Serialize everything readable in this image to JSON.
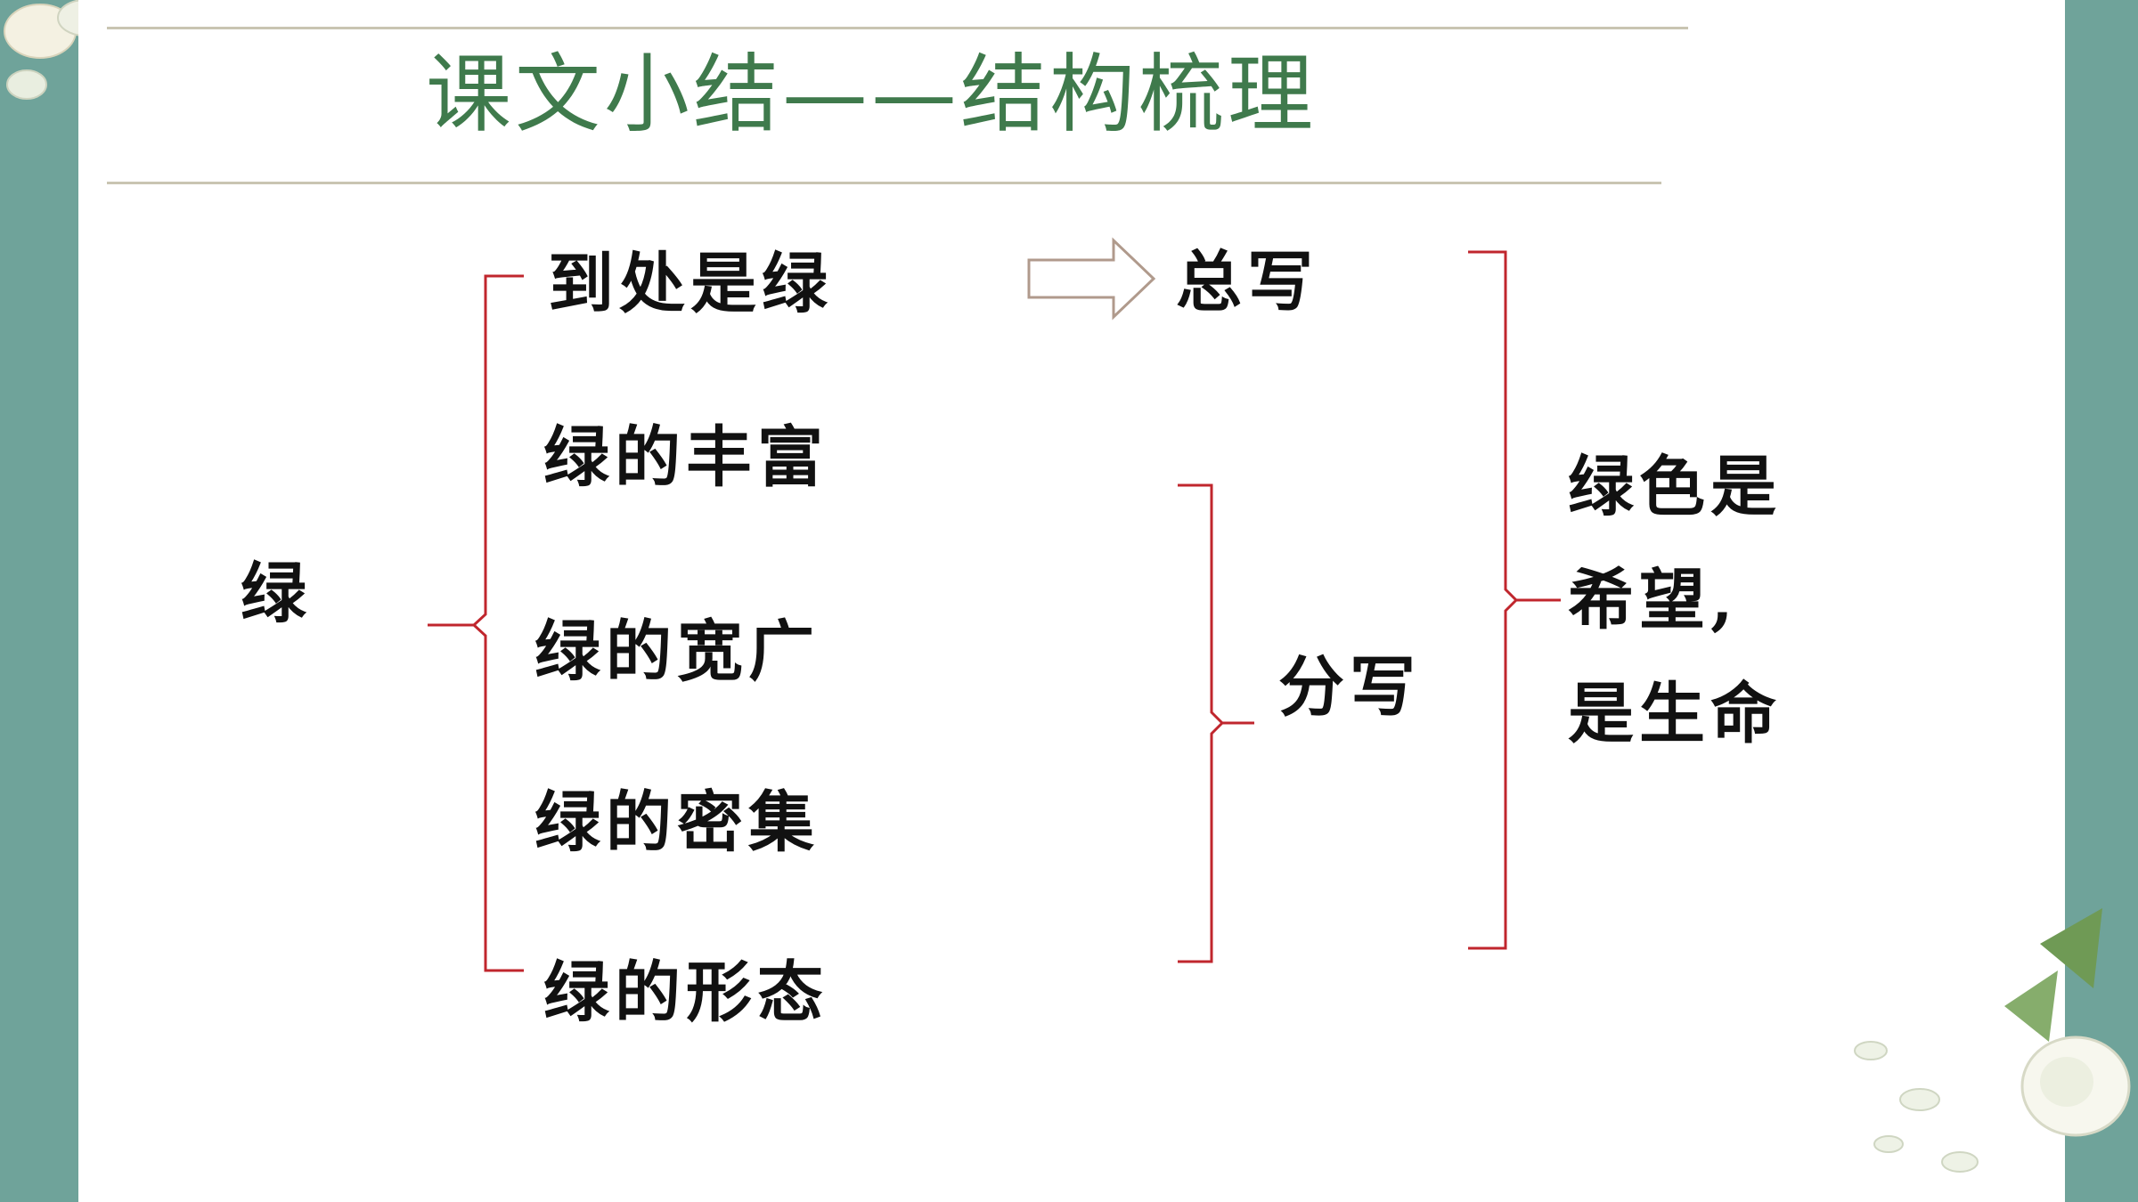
{
  "title": "课文小结——结构梳理",
  "root": "绿",
  "items": [
    "到处是绿",
    "绿的丰富",
    "绿的宽广",
    "绿的密集",
    "绿的形态"
  ],
  "general": "总写",
  "specific": "分写",
  "conclusion_lines": [
    "绿色是",
    "希望,",
    "是生命"
  ],
  "colors": {
    "background_teal": "#6fa39a",
    "title_green": "#3f7a4c",
    "brace_red": "#c0262d",
    "rule": "#c9c5b2"
  },
  "icons": [
    "flower-decoration",
    "right-arrow-icon"
  ]
}
